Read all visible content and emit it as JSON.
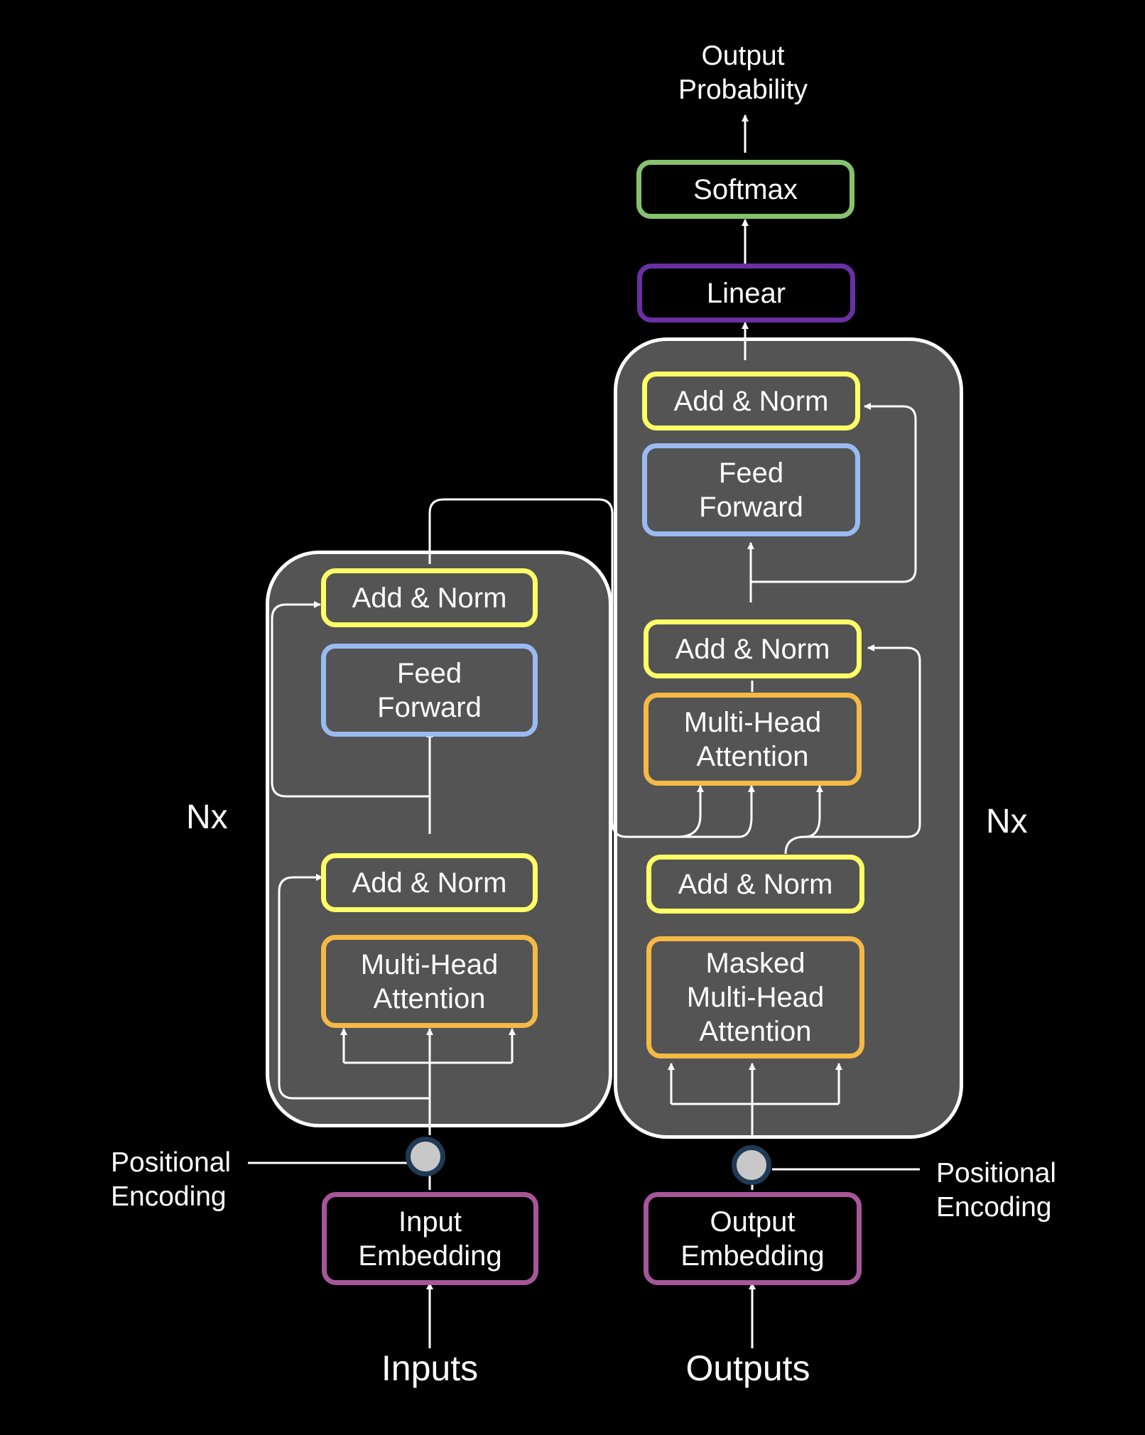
{
  "colors": {
    "background": "#000000",
    "container_fill": "#545454",
    "container_border": "#ffffff",
    "add_norm_border": "#ffff66",
    "feed_forward_border": "#99bbf2",
    "attention_border": "#f5b945",
    "embedding_border": "#a6569a",
    "linear_border": "#6a2fa3",
    "softmax_border": "#86c26e",
    "positional_encoding_node": "#c8c8c8"
  },
  "encoder": {
    "nx_label": "Nx",
    "add_norm_top": "Add & Norm",
    "feed_forward": "Feed\nForward",
    "add_norm_bottom": "Add & Norm",
    "attention": "Multi-Head\nAttention"
  },
  "decoder": {
    "nx_label": "Nx",
    "add_norm_top": "Add & Norm",
    "feed_forward": "Feed\nForward",
    "add_norm_middle": "Add & Norm",
    "cross_attention": "Multi-Head\nAttention",
    "add_norm_bottom": "Add & Norm",
    "masked_attention": "Masked\nMulti-Head\nAttention"
  },
  "head": {
    "linear": "Linear",
    "softmax": "Softmax",
    "output_probability": "Output\nProbability"
  },
  "inputs": {
    "embedding": "Input\nEmbedding",
    "positional_encoding": "Positional\nEncoding",
    "label": "Inputs"
  },
  "outputs": {
    "embedding": "Output\nEmbedding",
    "positional_encoding": "Positional\nEncoding",
    "label": "Outputs"
  }
}
